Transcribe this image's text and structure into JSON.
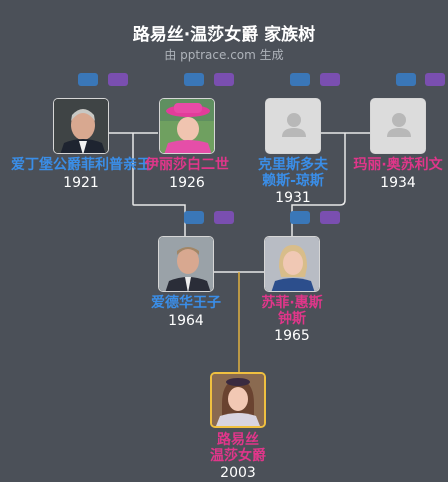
{
  "title": "路易丝·温莎女爵 家族树",
  "subtitle": "由 pptrace.com 生成",
  "people": {
    "philip": {
      "name": "爱丁堡公爵菲利普亲王",
      "year": "1921"
    },
    "elizabeth": {
      "name": "伊丽莎白二世",
      "year": "1926"
    },
    "christopher": {
      "name_line1": "克里斯多夫",
      "name_line2": "赖斯-琼斯",
      "year": "1931"
    },
    "mary": {
      "name": "玛丽·奥苏利文",
      "year": "1934"
    },
    "edward": {
      "name": "爱德华王子",
      "year": "1964"
    },
    "sophie": {
      "name_line1": "苏菲·惠斯",
      "name_line2": "钟斯",
      "year": "1965"
    },
    "louise": {
      "name_line1": "路易丝",
      "name_line2": "温莎女爵",
      "year": "2003"
    }
  },
  "colors": {
    "male": "#3a8ee8",
    "female": "#e0368a",
    "focus_line": "#e0b040",
    "line": "#e8e8e8"
  },
  "icons": {
    "default_avatar": "person-silhouette-icon"
  }
}
